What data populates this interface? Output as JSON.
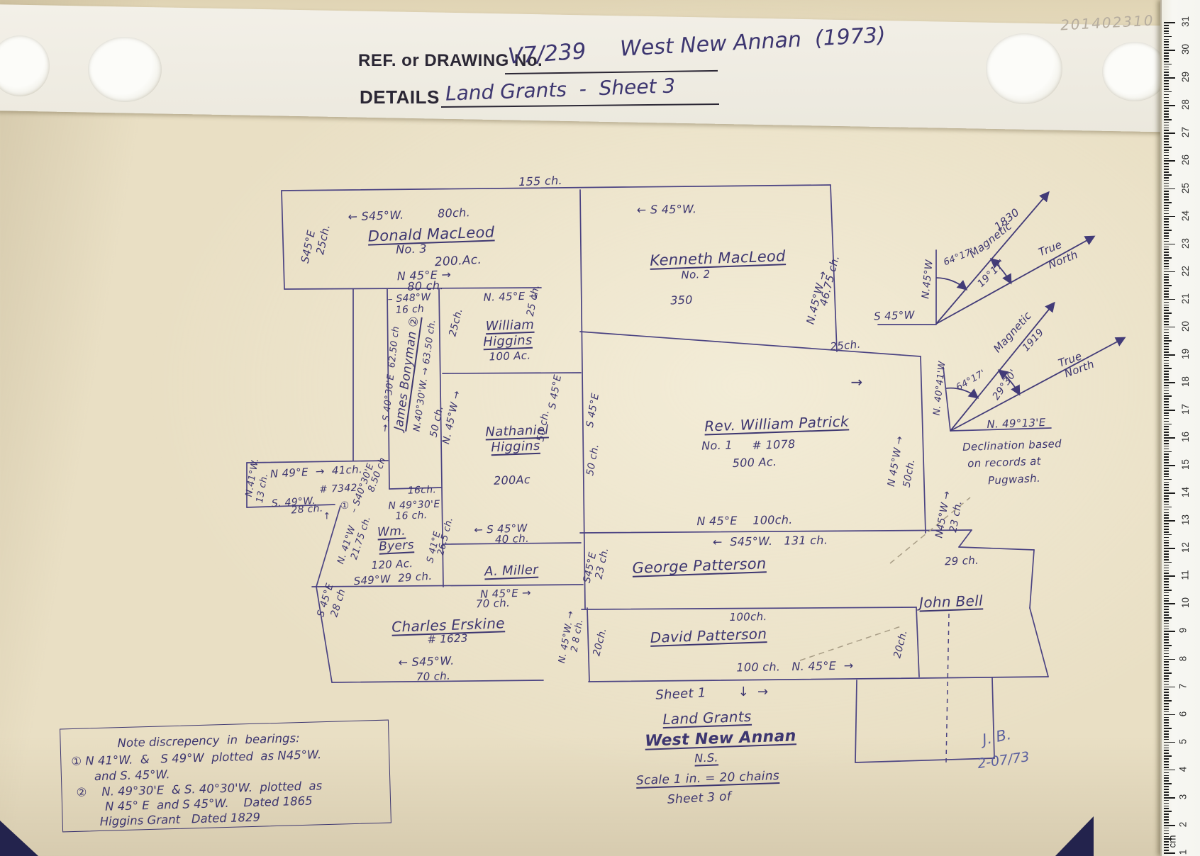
{
  "header": {
    "ref_label": "REF. or DRAWING No.",
    "ref_value": "V7/239",
    "ref_title": "West New Annan  (1973)",
    "details_label": "DETAILS",
    "details_value": "Land Grants  -  Sheet 3"
  },
  "watermark": "201402310",
  "map": {
    "labels": {
      "len155": "155 ch.",
      "dm_s45w": "← S45°W.",
      "dm_80ch_top": "80ch.",
      "dm_left_b": "S45°E",
      "dm_left_l": "25ch.",
      "dm_name": "Donald MacLeod",
      "dm_no": "No. 3",
      "dm_ac": "200.Ac.",
      "dm_n45e": "N 45°E →",
      "dm_80ch_bot": "80 ch.",
      "km_s45w": "← S 45°W.",
      "km_name": "Kenneth MacLeod",
      "km_no": "No. 2",
      "km_350": "350",
      "km_right_b": "N.45°W →",
      "km_right_l": "46.75 ch.",
      "km_25ch": "25ch.",
      "bon_s48w": "– S48°W",
      "bon_16ch": "16 ch",
      "bon_left": "→ S 40°30'E  62.50 ch",
      "bon_name": "James Bonyman ②",
      "bon_right": "N.40°30'W. → 63.50 ch.",
      "wh_n45e": "N. 45°E →",
      "wh_25_left": "25ch.",
      "wh_25_right": "25 ch.",
      "wh_name1": "William",
      "wh_name2": "Higgins",
      "wh_100ac": "100 Ac.",
      "nh_50_left": "50 ch.",
      "nh_n45w": "N. 45°W →",
      "nh_name1": "Nathaniel",
      "nh_name2": "Higgins",
      "nh_200ac": "200Ac",
      "nh_s45e_r": "S 45°E",
      "nh_50_r": "50 ch.",
      "nh_s45w": "← S 45°W",
      "nh_40ch": "40 ch.",
      "pk_s45e": "S 45°E",
      "pk_50_left": "50 ch.",
      "pk_name": "Rev. William Patrick",
      "pk_no": "No. 1",
      "pk_1078": "# 1078",
      "pk_500": "500 Ac.",
      "pk_arrow": "→",
      "pk_n45w": "N 45°W →",
      "pk_50_r": "50ch.",
      "am_name": "A. Miller",
      "ce_n45e": "N 45°E →",
      "ce_70a": "70 ch.",
      "ce_name": "Charles Erskine",
      "ce_no": "# 1623",
      "ce_s45w": "← S45°W.",
      "ce_70b": "70 ch.",
      "ce_left_b": "S 45°E",
      "ce_left_l": "28 ch",
      "by_n49e": "N 49°E  →  41ch.",
      "by_7342": "# 7342",
      "by_n41w_a": "N.41°W.",
      "by_13ch": "13 ch.",
      "by_s49w": "S. 49°W.",
      "by_28ch": "28 ch.",
      "by_c1": "①",
      "by_up": "↑",
      "by_s4030": "– S40°30'E",
      "by_850": "8.50 ch",
      "by_n41w_b": "N. 41°W",
      "by_2175": "21.75 ch.",
      "by_s41e": "S 41°E",
      "by_265": "26.5 ch.",
      "by_16a": "16ch.",
      "by_n4930": "N 49°30'E",
      "by_16b": "16 ch.",
      "by_wm": "Wm.",
      "by_byers": "Byers",
      "by_120": "120 Ac.",
      "by_s49w29": "S49°W  29 ch.",
      "gp_100": "N 45°E    100ch.",
      "gp_131": "←  S45°W.   131 ch.",
      "gp_name": "George Patterson",
      "gp_left_b": "S45°E",
      "gp_left_l": "23 ch.",
      "gpr_n45w": "N45°W →",
      "gpr_23": "23 ch.",
      "gpr_29": "29 ch.",
      "dp_100a": "100ch.",
      "dp_name": "David Patterson",
      "dp_100b": "100 ch.   N. 45°E  →",
      "dp_20l": "20ch.",
      "dp_20r": "20ch.",
      "dp_n45w": "N. 45°W. →",
      "dp_28": "2 8 ch.",
      "jb_name": "John Bell",
      "c1_n45w": "N.45°W",
      "c1_s45w": "S 45°W",
      "c1_1830": "1830",
      "c1_mag": "Magnetic",
      "c1_64": "64°17'",
      "c1_19": "19°17'",
      "c1_true1": "True",
      "c1_true2": "North",
      "c2_n4041": "N. 40°41'W",
      "c2_mag": "Magnetic",
      "c2_1919": "1919",
      "c2_64": "64°17'",
      "c2_2930": "29°30'",
      "c2_true1": "True",
      "c2_true2": "North",
      "c2_n4913": "N. 49°13'E",
      "decl1": "Declination based",
      "decl2": "on records at",
      "decl3": "Pugwash.",
      "t_sheet1": "Sheet 1",
      "t_arrows": "↓  →",
      "t_lg": "Land Grants",
      "t_wna": "West New Annan",
      "t_ns": "N.S.",
      "t_scale": "Scale 1 in. = 20 chains",
      "t_sheet3": "Sheet 3 of"
    }
  },
  "note_box": {
    "title": "Note discrepency  in  bearings:",
    "lines": [
      "① N 41°W.  &   S 49°W  plotted  as N45°W.",
      "and S. 45°W.",
      "②    N. 49°30'E  & S. 40°30'W.  plotted  as",
      "N 45° E  and S 45°W.    Dated 1865",
      "Higgins Grant   Dated 1829"
    ]
  },
  "signature": {
    "line1": "J. B.",
    "line2": "2-07/73"
  },
  "ruler": {
    "unit": "cm",
    "numbers": [
      1,
      2,
      3,
      4,
      5,
      6,
      7,
      8,
      9,
      10,
      11,
      12,
      13,
      14,
      15,
      16,
      17,
      18,
      19,
      20,
      21,
      22,
      23,
      24,
      25,
      26,
      27,
      28,
      29,
      30,
      31
    ]
  }
}
